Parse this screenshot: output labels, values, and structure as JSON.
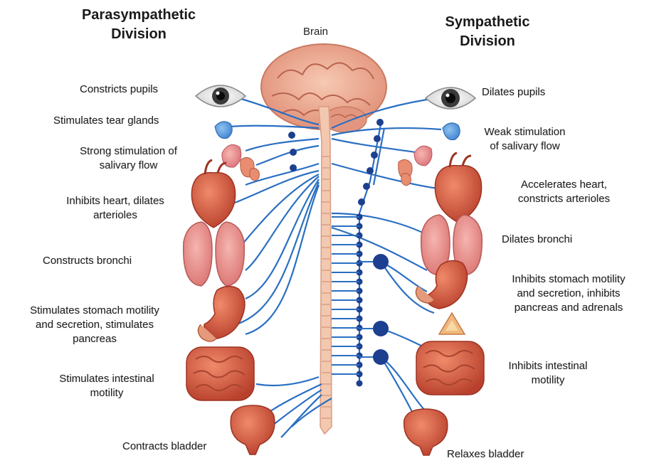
{
  "titles": {
    "left_line1": "Parasympathetic",
    "left_line2": "Division",
    "right_line1": "Sympathetic",
    "right_line2": "Division",
    "center": "Brain"
  },
  "parasympathetic": {
    "pupils": "Constricts pupils",
    "tear": "Stimulates tear glands",
    "salivary_l1": "Strong stimulation of",
    "salivary_l2": "salivary flow",
    "heart_l1": "Inhibits heart, dilates",
    "heart_l2": "arterioles",
    "bronchi": "Constructs bronchi",
    "stomach_l1": "Stimulates stomach motility",
    "stomach_l2": "and secretion, stimulates",
    "stomach_l3": "pancreas",
    "intestine_l1": "Stimulates intestinal",
    "intestine_l2": "motility",
    "bladder": "Contracts bladder"
  },
  "sympathetic": {
    "pupils": "Dilates pupils",
    "salivary_l1": "Weak stimulation",
    "salivary_l2": "of salivary flow",
    "heart_l1": "Accelerates heart,",
    "heart_l2": "constricts arterioles",
    "bronchi": "Dilates bronchi",
    "stomach_l1": "Inhibits stomach motility",
    "stomach_l2": "and secretion, inhibits",
    "stomach_l3": "pancreas and adrenals",
    "intestine_l1": "Inhibits intestinal",
    "intestine_l2": "motility",
    "bladder": "Relaxes bladder"
  },
  "colors": {
    "nerve": "#2a6fc2",
    "ganglion": "#1d3f8f",
    "organ": "#d9614a",
    "spine": "#f2c9b0"
  }
}
